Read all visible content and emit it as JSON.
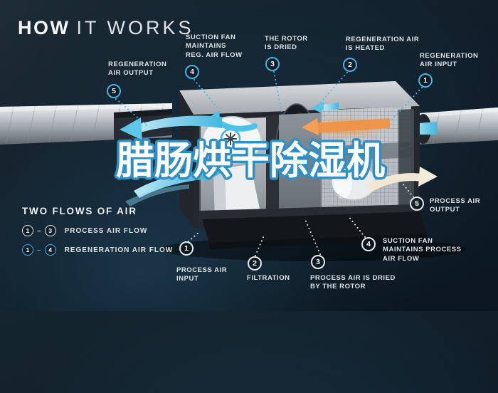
{
  "header": {
    "title_bold": "HOW",
    "title_light": "IT WORKS"
  },
  "overlay_title": {
    "text": "腊肠烘干除湿机",
    "fill": "#ffffff",
    "outline": "#2e8fc7"
  },
  "callouts": [
    {
      "num": "5",
      "text": "REGENERATION\nAIR OUTPUT",
      "flow": "regeneration"
    },
    {
      "num": "4",
      "text": "SUCTION FAN\nMAINTAINS\nREG. AIR FLOW",
      "flow": "regeneration"
    },
    {
      "num": "3",
      "text": "THE ROTOR\nIS DRIED",
      "flow": "regeneration"
    },
    {
      "num": "2",
      "text": "REGENERATION AIR\nIS HEATED",
      "flow": "regeneration"
    },
    {
      "num": "1",
      "text": "REGENERATION\nAIR INPUT",
      "flow": "regeneration"
    },
    {
      "num": "1",
      "text": "PROCESS AIR\nINPUT",
      "flow": "process"
    },
    {
      "num": "2",
      "text": "FILTRATION",
      "flow": "process"
    },
    {
      "num": "3",
      "text": "PROCESS AIR IS DRIED\nBY THE ROTOR",
      "flow": "process"
    },
    {
      "num": "4",
      "text": "SUCTION FAN\nMAINTAINS PROCESS\nAIR FLOW",
      "flow": "process"
    },
    {
      "num": "5",
      "text": "PROCESS AIR\nOUTPUT",
      "flow": "process"
    }
  ],
  "legend": {
    "heading": "TWO FLOWS OF AIR",
    "rows": [
      {
        "from": "1",
        "dash": "–",
        "to": "3",
        "label": "PROCESS AIR FLOW",
        "style": "process"
      },
      {
        "from": "1",
        "dash": "–",
        "to": "4",
        "label": "REGENERATION AIR FLOW",
        "style": "regeneration"
      }
    ]
  },
  "colors": {
    "background": "#101e2a",
    "regeneration_cyan": "#43b4dc",
    "process_white": "#e6e9ec",
    "heater_orange": "#ef9347",
    "output_cream": "#efe8d2",
    "text": "#dee3e7"
  },
  "icons": [
    "fan-icon",
    "rotor-icon",
    "heater-icon",
    "mesh-grille-icon",
    "duct-icon",
    "airflow-arrow-icon",
    "number-badge-icon"
  ]
}
